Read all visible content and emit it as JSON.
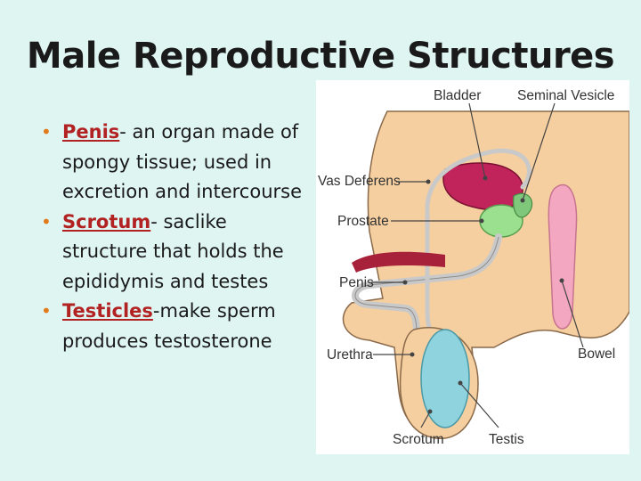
{
  "title": "Male Reproductive Structures",
  "bullets": [
    {
      "term": "Penis",
      "text": "- an organ made of spongy tissue; used in excretion and intercourse"
    },
    {
      "term": "Scrotum",
      "text": "- saclike structure that holds the epididymis and testes"
    },
    {
      "term": "Testicles",
      "text": "-make sperm produces testosterone"
    }
  ],
  "diagram": {
    "labels": {
      "bladder": "Bladder",
      "seminal_vesicle": "Seminal Vesicle",
      "vas_deferens": "Vas Deferens",
      "prostate": "Prostate",
      "penis": "Penis",
      "urethra": "Urethra",
      "bowel": "Bowel",
      "scrotum": "Scrotum",
      "testis": "Testis"
    },
    "colors": {
      "skin": "#f5cfa0",
      "bladder": "#c0245b",
      "prostate": "#9be08f",
      "testis": "#8fd3df",
      "bowel": "#f3a7c0",
      "tube": "#c9c9c9",
      "tissue": "#a8213a",
      "outline": "#8a6a4a"
    }
  }
}
